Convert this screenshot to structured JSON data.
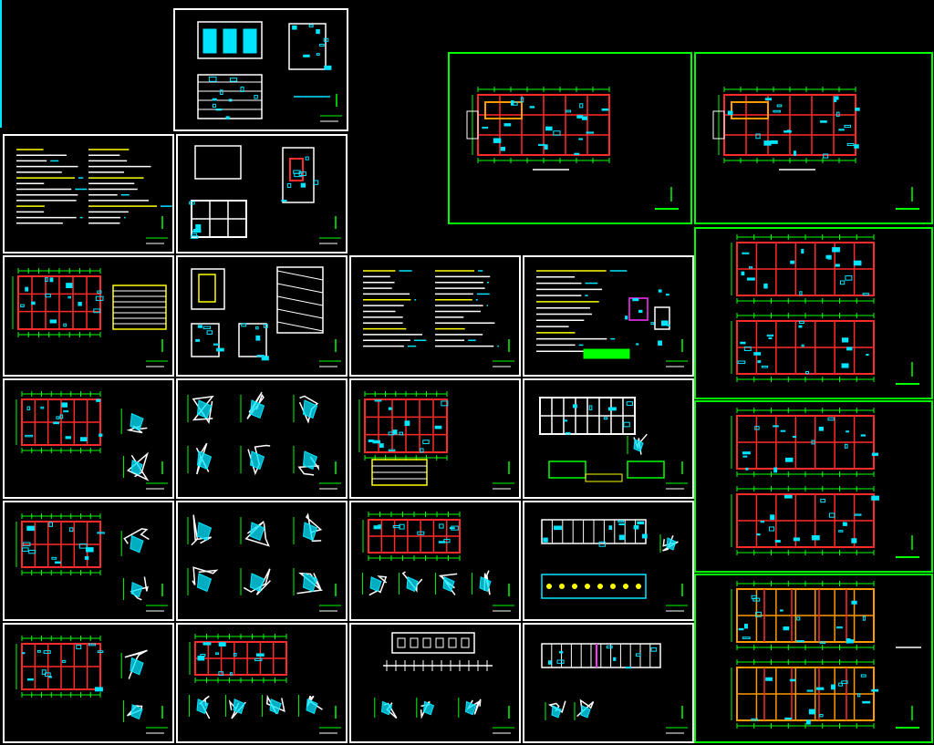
{
  "viewer": {
    "background": "#000000"
  },
  "palette": {
    "white": "#ffffff",
    "green": "#00ff00",
    "red": "#ff2a2a",
    "cyan": "#00e5ff",
    "yellow": "#ffff00",
    "magenta": "#ff33ff",
    "orange": "#ff9900"
  },
  "sheets": [
    {
      "id": "s01",
      "style": "elevation"
    },
    {
      "id": "s02",
      "style": "notes"
    },
    {
      "id": "s03",
      "style": "section"
    },
    {
      "id": "s04",
      "style": "plan-table"
    },
    {
      "id": "s05",
      "style": "stair"
    },
    {
      "id": "s06",
      "style": "notes"
    },
    {
      "id": "s07",
      "style": "notes-details"
    },
    {
      "id": "s08",
      "style": "plan-detail"
    },
    {
      "id": "s09",
      "style": "details"
    },
    {
      "id": "s10",
      "style": "plan-table"
    },
    {
      "id": "s11",
      "style": "foundation"
    },
    {
      "id": "s12",
      "style": "plan-detail"
    },
    {
      "id": "s13",
      "style": "details"
    },
    {
      "id": "s14",
      "style": "plan-details"
    },
    {
      "id": "s15",
      "style": "beam"
    },
    {
      "id": "s16",
      "style": "plan-detail"
    },
    {
      "id": "s17",
      "style": "plan-details"
    },
    {
      "id": "s18",
      "style": "elevation-details"
    },
    {
      "id": "s19",
      "style": "beam-detail"
    },
    {
      "id": "s20",
      "style": "big-plan"
    },
    {
      "id": "s21",
      "style": "big-plan"
    },
    {
      "id": "s22",
      "style": "double-plan"
    },
    {
      "id": "s23",
      "style": "double-plan"
    },
    {
      "id": "s24",
      "style": "double-plan-yellow"
    }
  ]
}
